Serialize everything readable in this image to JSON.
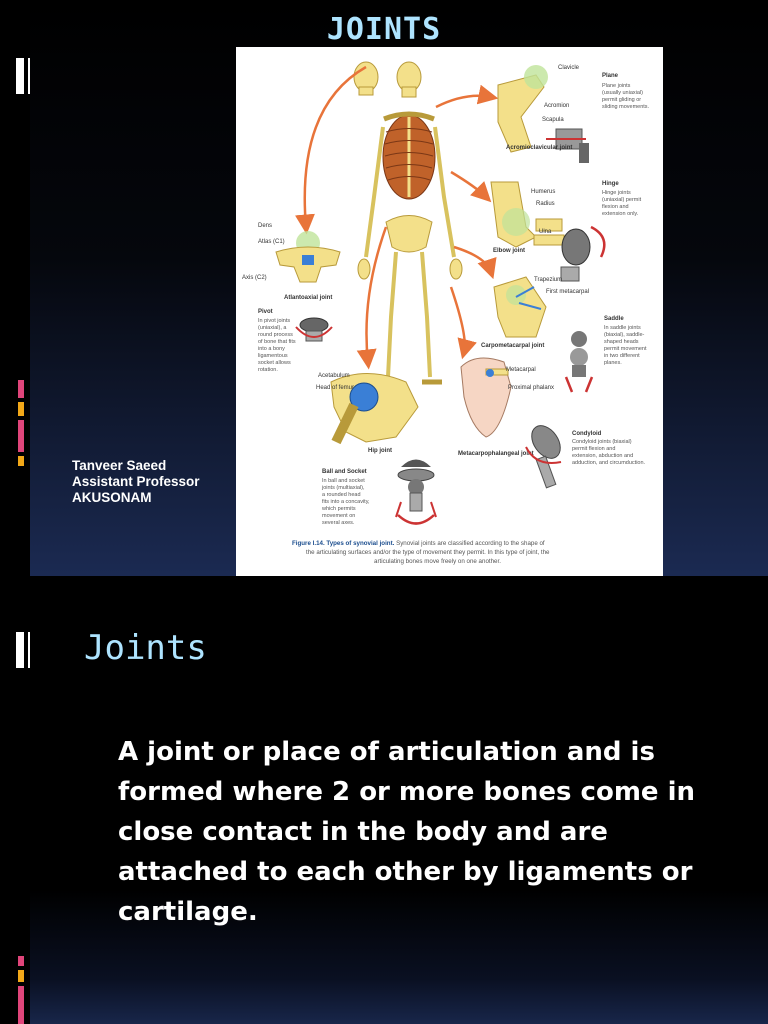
{
  "slide1": {
    "title": "JOINTS",
    "author": [
      "Tanveer Saeed",
      "Assistant Professor",
      "AKUSONAM"
    ],
    "figure": {
      "labels": {
        "clavicle": "Clavicle",
        "acromion": "Acromion",
        "scapula": "Scapula",
        "acromioclavicular_joint": "Acromioclavicular joint",
        "humerus": "Humerus",
        "radius": "Radius",
        "ulna": "Ulna",
        "elbow_joint": "Elbow joint",
        "trapezium": "Trapezium",
        "first_metacarpal": "First metacarpal",
        "carpometacarpal_joint": "Carpometacarpal joint",
        "metacarpal": "Metacarpal",
        "proximal_phalanx": "Proximal phalanx",
        "metacarpophalangeal_joint": "Metacarpophalangeal joint",
        "dens": "Dens",
        "atlas": "Atlas (C1)",
        "axis": "Axis (C2)",
        "atlantoaxial_joint": "Atlantoaxial joint",
        "acetabulum": "Acetabulum",
        "head_of_femur": "Head of femur",
        "hip_joint": "Hip joint"
      },
      "joint_types": {
        "plane": {
          "name": "Plane",
          "desc": [
            "Plane joints",
            "(usually uniaxial)",
            "permit gliding or",
            "sliding movements."
          ]
        },
        "hinge": {
          "name": "Hinge",
          "desc": [
            "Hinge joints",
            "(uniaxial) permit",
            "flexion and",
            "extension only."
          ]
        },
        "saddle": {
          "name": "Saddle",
          "desc": [
            "In saddle joints",
            "(biaxial), saddle-",
            "shaped heads",
            "permit movement",
            "in two different",
            "planes."
          ]
        },
        "condyloid": {
          "name": "Condyloid",
          "desc": [
            "Condyloid joints (biaxial)",
            "permit flexion and",
            "extension, abduction and",
            "adduction, and circumduction."
          ]
        },
        "pivot": {
          "name": "Pivot",
          "desc": [
            "In pivot joints",
            "(uniaxial), a",
            "round process",
            "of bone that fits",
            "into a bony",
            "ligamentous",
            "socket allows",
            "rotation."
          ]
        },
        "ball_socket": {
          "name": "Ball and Socket",
          "desc": [
            "In ball and socket",
            "joints (multiaxial),",
            "a rounded head",
            "fits into a concavity,",
            "which permits",
            "movement on",
            "several axes."
          ]
        }
      },
      "caption": {
        "label": "Figure I.14. Types of synovial joint.",
        "text": [
          " Synovial joints are classified according to the shape of",
          "the articulating surfaces and/or the type of movement they permit. In this type of joint, the",
          "articulating bones move freely on one another."
        ]
      }
    },
    "colors": {
      "title": "#aee4ff",
      "bone": "#f3e08a",
      "ribcage": "#c0622a",
      "arrow": "#e8743a",
      "joint": "#3a7fd6"
    }
  },
  "slide2": {
    "title": "Joints",
    "body": [
      "A joint or place of articulation  and is",
      "formed where 2 or more bones come in",
      "close contact in the body and are",
      "attached to each other by ligaments or",
      "cartilage."
    ]
  }
}
